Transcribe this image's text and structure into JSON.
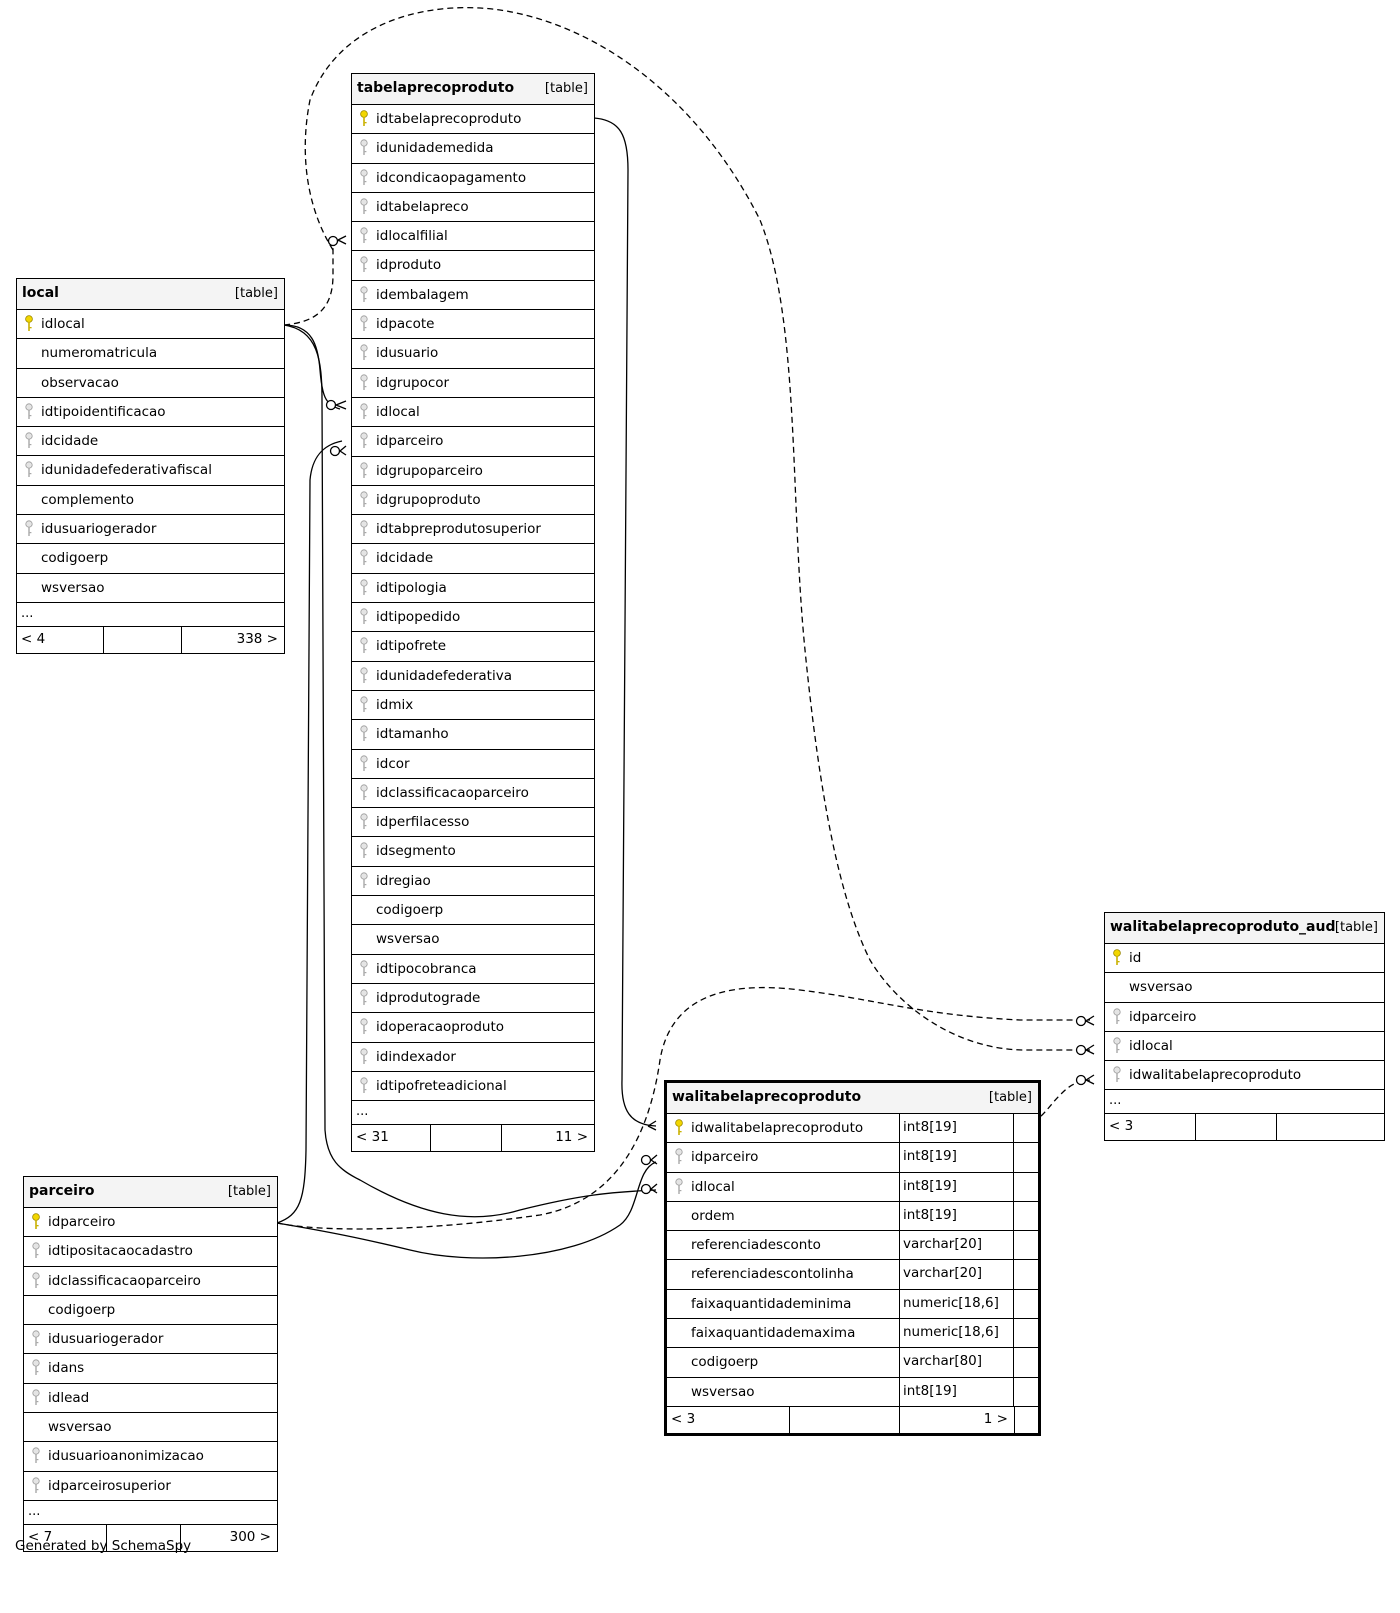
{
  "footer": {
    "generated_by": "Generated by SchemaSpy"
  },
  "tables": {
    "tabelaprecoproduto": {
      "name": "tabelaprecoproduto",
      "tag": "[table]",
      "columns": [
        "idtabelaprecoproduto",
        "idunidademedida",
        "idcondicaopagamento",
        "idtabelapreco",
        "idlocalfilial",
        "idproduto",
        "idembalagem",
        "idpacote",
        "idusuario",
        "idgrupocor",
        "idlocal",
        "idparceiro",
        "idgrupoparceiro",
        "idgrupoproduto",
        "idtabpreprodutosuperior",
        "idcidade",
        "idtipologia",
        "idtipopedido",
        "idtipofrete",
        "idunidadefederativa",
        "idmix",
        "idtamanho",
        "idcor",
        "idclassificacaoparceiro",
        "idperfilacesso",
        "idsegmento",
        "idregiao",
        "codigoerp",
        "wsversao",
        "idtipocobranca",
        "idprodutograde",
        "idoperacaoproduto",
        "idindexador",
        "idtipofreteadicional"
      ],
      "keys": [
        "pk",
        "fk",
        "fk",
        "fk",
        "fk",
        "fk",
        "fk",
        "fk",
        "fk",
        "fk",
        "fk",
        "fk",
        "fk",
        "fk",
        "fk",
        "fk",
        "fk",
        "fk",
        "fk",
        "fk",
        "fk",
        "fk",
        "fk",
        "fk",
        "fk",
        "fk",
        "fk",
        "none",
        "none",
        "fk",
        "fk",
        "fk",
        "fk",
        "fk"
      ],
      "more": "...",
      "foot_left": "< 31",
      "foot_right": "11 >"
    },
    "local": {
      "name": "local",
      "tag": "[table]",
      "columns": [
        "idlocal",
        "numeromatricula",
        "observacao",
        "idtipoidentificacao",
        "idcidade",
        "idunidadefederativafiscal",
        "complemento",
        "idusuariogerador",
        "codigoerp",
        "wsversao"
      ],
      "keys": [
        "pk",
        "none",
        "none",
        "fk",
        "fk",
        "fk",
        "none",
        "fk",
        "none",
        "none"
      ],
      "more": "...",
      "foot_left": "< 4",
      "foot_right": "338 >"
    },
    "parceiro": {
      "name": "parceiro",
      "tag": "[table]",
      "columns": [
        "idparceiro",
        "idtipositacaocadastro",
        "idclassificacaoparceiro",
        "codigoerp",
        "idusuariogerador",
        "idans",
        "idlead",
        "wsversao",
        "idusuarioanonimizacao",
        "idparceirosuperior"
      ],
      "keys": [
        "pk",
        "fk",
        "fk",
        "none",
        "fk",
        "fk",
        "fk",
        "none",
        "fk",
        "fk"
      ],
      "more": "...",
      "foot_left": "< 7",
      "foot_right": "300 >"
    },
    "walitabelaprecoproduto": {
      "name": "walitabelaprecoproduto",
      "tag": "[table]",
      "columns": [
        "idwalitabelaprecoproduto",
        "idparceiro",
        "idlocal",
        "ordem",
        "referenciadesconto",
        "referenciadescontolinha",
        "faixaquantidademinima",
        "faixaquantidademaxima",
        "codigoerp",
        "wsversao"
      ],
      "types": [
        "int8[19]",
        "int8[19]",
        "int8[19]",
        "int8[19]",
        "varchar[20]",
        "varchar[20]",
        "numeric[18,6]",
        "numeric[18,6]",
        "varchar[80]",
        "int8[19]"
      ],
      "keys": [
        "pk",
        "fk",
        "fk",
        "none",
        "none",
        "none",
        "none",
        "none",
        "none",
        "none"
      ],
      "foot_left": "< 3",
      "foot_right": "1 >"
    },
    "walitabelaprecoproduto_aud": {
      "name": "walitabelaprecoproduto_aud",
      "tag": "[table]",
      "columns": [
        "id",
        "wsversao",
        "idparceiro",
        "idlocal",
        "idwalitabelaprecoproduto"
      ],
      "keys": [
        "pk",
        "none",
        "fk",
        "fk",
        "fk"
      ],
      "more": "...",
      "foot_left": "< 3",
      "foot_right": ""
    }
  }
}
